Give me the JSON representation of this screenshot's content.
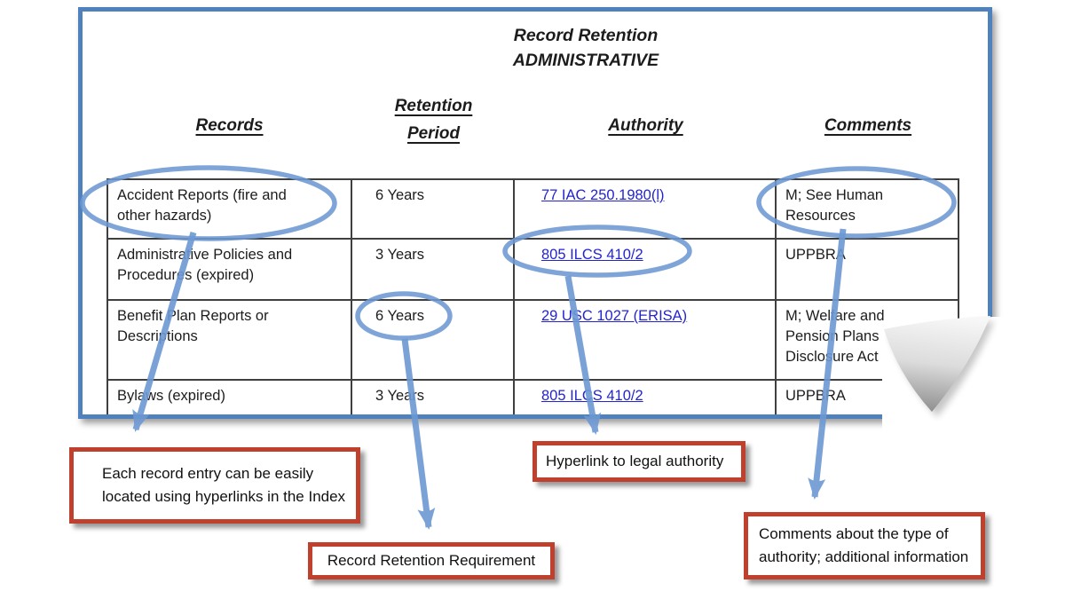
{
  "document": {
    "title_line1": "Record Retention",
    "title_line2": "ADMINISTRATIVE"
  },
  "table": {
    "headers": [
      "Records",
      "Retention Period",
      "Authority",
      "Comments"
    ],
    "rows": [
      {
        "records": "Accident Reports (fire and other hazards)",
        "retention_period": "6 Years",
        "authority": "77 IAC 250.1980(l)",
        "comments": "M; See Human Resources"
      },
      {
        "records": "Administrative Policies and Procedures (expired)",
        "retention_period": "3 Years",
        "authority": "805 ILCS 410/2",
        "comments": "UPPBRA"
      },
      {
        "records": "Benefit Plan Reports or Descriptions",
        "retention_period": "6 Years",
        "authority": "29 USC 1027 (ERISA)",
        "comments": "M; Welfare and Pension Plans Disclosure Act"
      },
      {
        "records": "Bylaws (expired)",
        "retention_period": "3 Years",
        "authority": "805 ILCS 410/2",
        "comments": "UPPBRA"
      }
    ]
  },
  "callouts": {
    "records_note": "Each record entry can be easily located using hyperlinks in the Index",
    "retention_note": "Record Retention Requirement",
    "authority_note": "Hyperlink to legal authority",
    "comments_note": "Comments about the type of authority; additional information"
  },
  "colors": {
    "annotation_blue": "#6d99d3",
    "page_border_blue": "#4f81bd",
    "callout_red": "#c0402e",
    "hyperlink_blue": "#2424cf"
  }
}
